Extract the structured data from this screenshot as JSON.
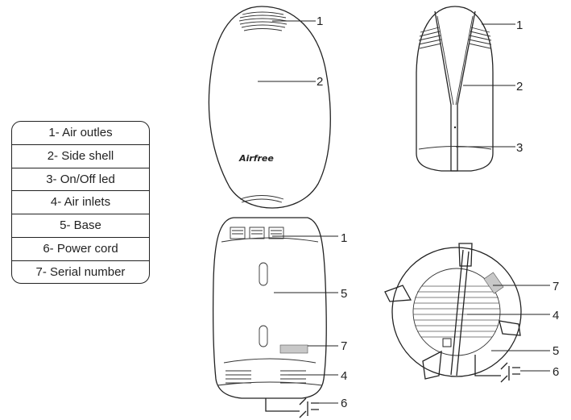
{
  "legend": {
    "items": [
      "1- Air outles",
      "2- Side shell",
      "3- On/Off led",
      "4- Air inlets",
      "5- Base",
      "6- Power cord",
      "7- Serial number"
    ]
  },
  "brand_logo": "Airfree",
  "callouts": {
    "front_top_1": "1",
    "front_top_2": "2",
    "side_1": "1",
    "side_2": "2",
    "side_3": "3",
    "bottom_1": "1",
    "bottom_5": "5",
    "bottom_7": "7",
    "bottom_4": "4",
    "bottom_6": "6",
    "round_7": "7",
    "round_4": "4",
    "round_5": "5",
    "round_6": "6"
  }
}
